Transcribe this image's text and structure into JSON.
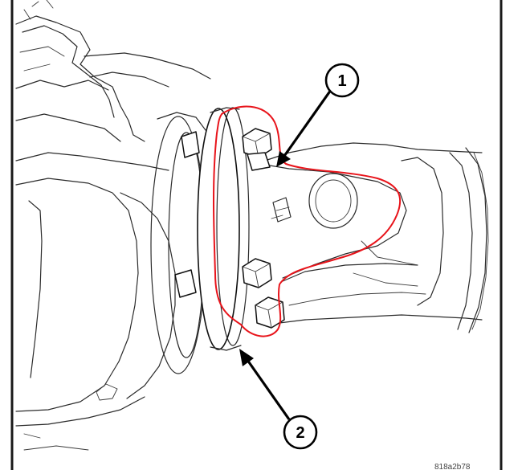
{
  "figure": {
    "callouts": [
      {
        "label": "1"
      },
      {
        "label": "2"
      }
    ],
    "figure_id": "818a2b78",
    "colors": {
      "line_art": "#2b2b2b",
      "highlight": "#e8141b",
      "background": "#ffffff"
    }
  }
}
